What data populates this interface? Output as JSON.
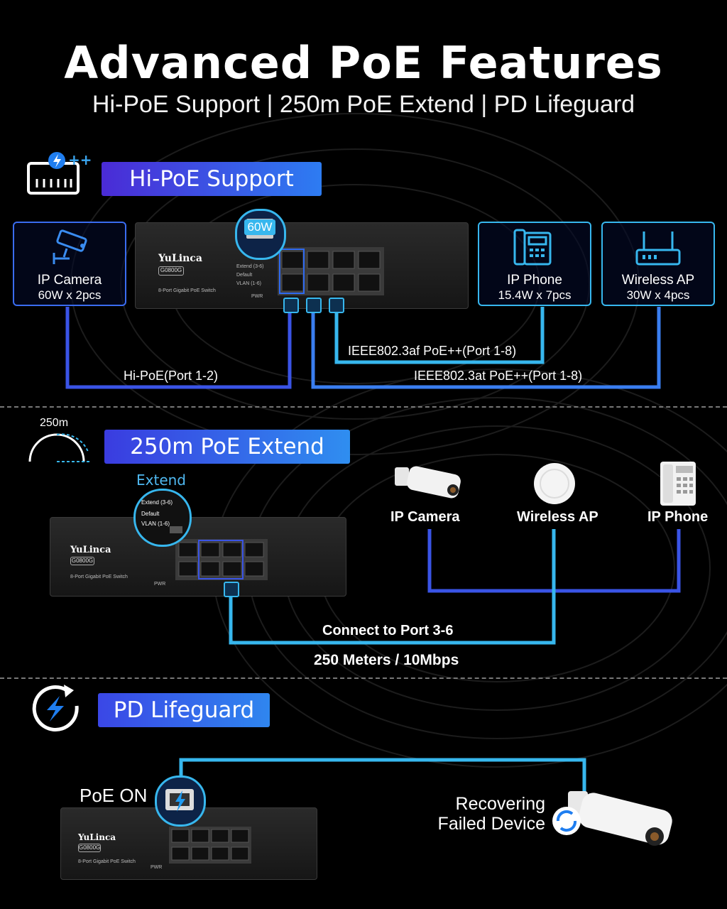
{
  "title": "Advanced PoE Features",
  "subtitle": "Hi-PoE Support | 250m PoE Extend | PD Lifeguard",
  "colors": {
    "accent_blue": "#3a6cf0",
    "accent_cyan": "#37b7ee",
    "background": "#000000"
  },
  "section1": {
    "heading": "Hi-PoE Support",
    "port_badge": "60W",
    "devices": [
      {
        "name": "IP Camera",
        "spec": "60W x 2pcs",
        "icon": "cctv-camera-icon"
      },
      {
        "name": "IP Phone",
        "spec": "15.4W x 7pcs",
        "icon": "desk-phone-icon"
      },
      {
        "name": "Wireless AP",
        "spec": "30W x 4pcs",
        "icon": "router-icon"
      }
    ],
    "links": {
      "hipoe": "Hi-PoE(Port 1-2)",
      "af": "IEEE802.3af  PoE++(Port 1-8)",
      "at": "IEEE802.3at  PoE++(Port 1-8)"
    }
  },
  "section2": {
    "heading": "250m PoE Extend",
    "distance_icon_label": "250m",
    "switch_mode_label": "Extend",
    "devices": [
      {
        "name": "IP Camera"
      },
      {
        "name": "Wireless AP"
      },
      {
        "name": "IP Phone"
      }
    ],
    "connect_label": "Connect to Port 3-6",
    "distance_label": "250 Meters / 10Mbps"
  },
  "section3": {
    "heading": "PD Lifeguard",
    "poe_on": "PoE ON",
    "recovering_line1": "Recovering",
    "recovering_line2": "Failed Device"
  },
  "switch": {
    "brand": "YuLinca",
    "model": "G0800G",
    "desc": "8-Port Gigabit PoE Switch",
    "dip_labels": [
      "Extend (3-6)",
      "Default",
      "VLAN (1-6)"
    ],
    "pwr": "PWR"
  }
}
